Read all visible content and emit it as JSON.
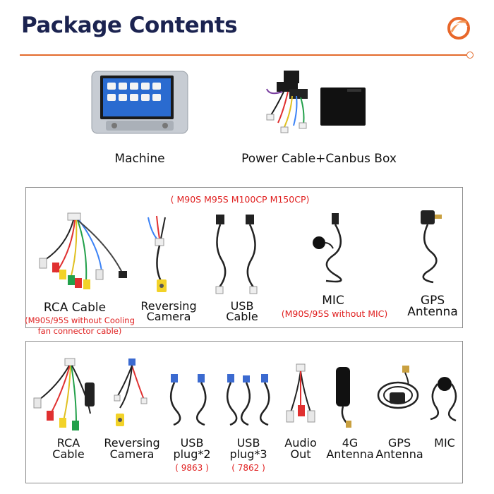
{
  "page": {
    "title": "Package Contents",
    "accent": "#e36b2d",
    "title_color": "#1b2350"
  },
  "top_items": [
    {
      "label": "Machine",
      "icon": "car-radio-head-unit"
    },
    {
      "label": "Power Cable+Canbus Box",
      "icon": "wiring-harness-and-canbus-box"
    }
  ],
  "box1": {
    "header": "( M90S M95S M100CP M150CP)",
    "items": [
      {
        "label_lines": [
          "RCA Cable"
        ],
        "note_lines": [
          "(M90S/95S without Cooling",
          "fan connector cable)"
        ]
      },
      {
        "label_lines": [
          "Reversing",
          "Camera"
        ]
      },
      {
        "label_lines": [
          "USB",
          "Cable"
        ]
      },
      {
        "label_lines": [
          "MIC"
        ],
        "note_lines": [
          "(M90S/95S without MIC)"
        ]
      },
      {
        "label_lines": [
          "GPS",
          "Antenna"
        ]
      }
    ]
  },
  "box2": {
    "items": [
      {
        "label_lines": [
          "RCA",
          "Cable"
        ]
      },
      {
        "label_lines": [
          "Reversing",
          "Camera"
        ]
      },
      {
        "label_lines": [
          "USB",
          "plug*2"
        ],
        "note": "( 9863 )"
      },
      {
        "label_lines": [
          "USB",
          "plug*3"
        ],
        "note": "( 7862 )"
      },
      {
        "label_lines": [
          "Audio",
          "Out"
        ]
      },
      {
        "label_lines": [
          "4G",
          "Antenna"
        ]
      },
      {
        "label_lines": [
          "GPS",
          "Antenna"
        ]
      },
      {
        "label_lines": [
          "MIC"
        ]
      }
    ]
  }
}
